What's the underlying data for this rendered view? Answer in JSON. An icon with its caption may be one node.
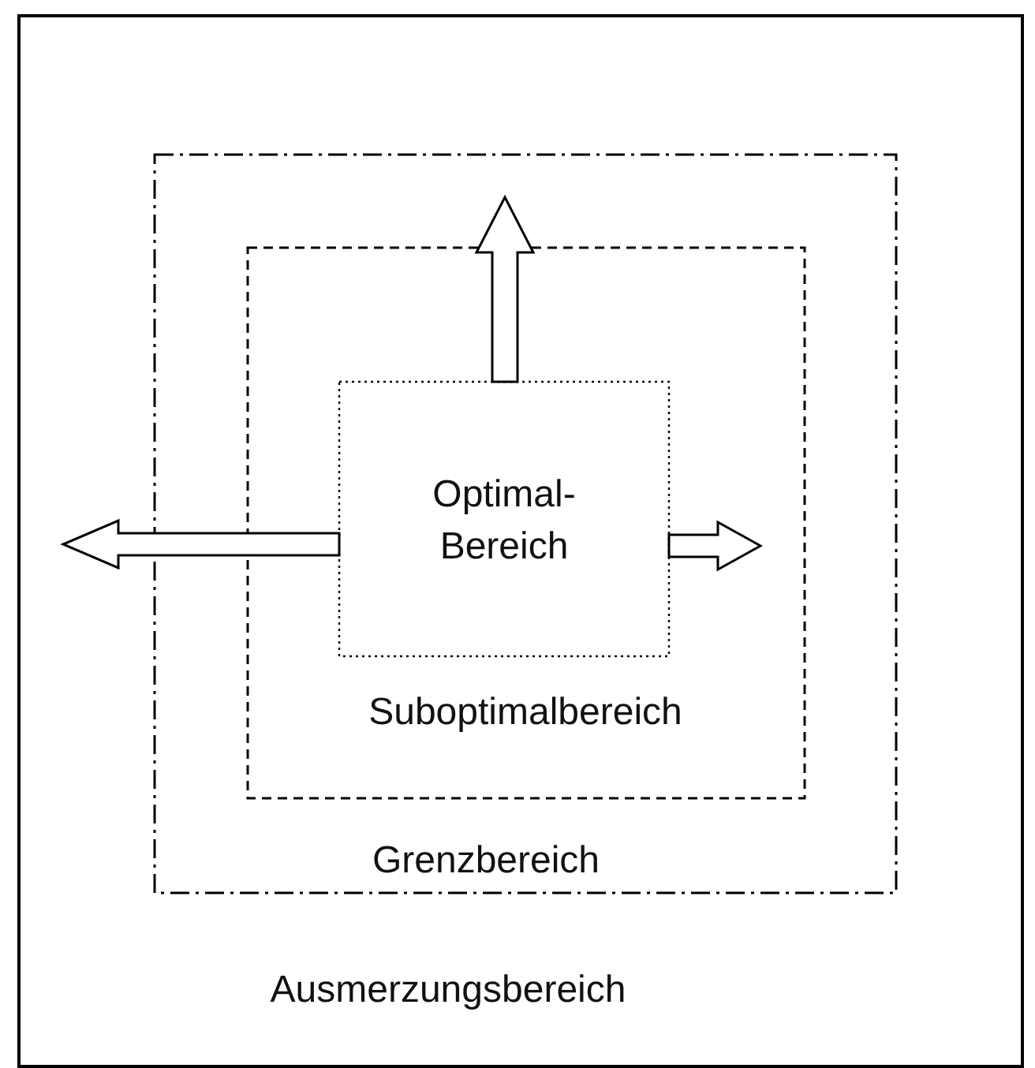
{
  "diagram": {
    "nodes": [
      {
        "text": [
          "Ausmerzungsbereich"
        ]
      },
      {
        "text": [
          "Grenzbereich"
        ],
        "in": 0
      },
      {
        "text": [
          "Suboptimalbereich"
        ],
        "in": 1
      },
      {
        "text": [
          "Optimal- Bereich"
        ],
        "in": 2
      }
    ],
    "edges": [
      {
        "from": 3,
        "to": null,
        "arrow": "to"
      },
      {
        "from": 3,
        "to": null,
        "arrow": "to"
      },
      {
        "from": 3,
        "to": null,
        "arrow": "to"
      }
    ]
  }
}
